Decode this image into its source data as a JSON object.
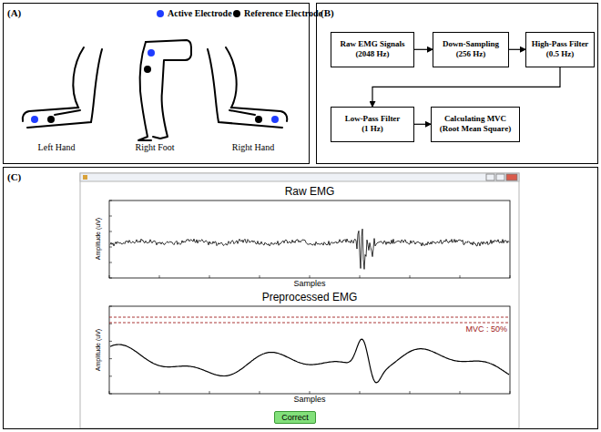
{
  "diagram": {
    "nodes": [
      {
        "text": [
          "(A)"
        ]
      },
      {
        "text": [
          "(B)"
        ]
      },
      {
        "text": [
          "Raw EMG Signals",
          "(2048 Hz)"
        ],
        "in": 1
      },
      {
        "text": [
          "Down-Sampling",
          "(256 Hz)"
        ],
        "in": 1
      },
      {
        "text": [
          "High-Pass Filter",
          "(0.5 Hz)"
        ],
        "in": 1
      },
      {
        "text": [
          "Low-Pass Filter",
          "(1 Hz)"
        ],
        "in": 1
      },
      {
        "text": [
          "Calculating MVC",
          "(Root Mean Square)"
        ],
        "in": 1
      },
      {
        "text": [
          "(C)"
        ]
      },
      {
        "text": [
          "Correct"
        ],
        "in": 7
      }
    ],
    "edges": [
      {
        "from": 2,
        "to": 3,
        "arrow": "to"
      },
      {
        "from": 3,
        "to": 4,
        "arrow": "to"
      },
      {
        "from": 4,
        "to": 5,
        "arrow": "to"
      },
      {
        "from": 5,
        "to": 6,
        "arrow": "to"
      }
    ],
    "labels": [
      "Left Hand",
      "Right Foot",
      "Right Hand",
      "Raw EMG",
      "Amplitude (uV)",
      "Samples",
      "Preprocessed EMG",
      "Amplitude (uV)",
      "Samples",
      "MVC : 50%"
    ],
    "legend": [
      {
        "text": "Active Electrode",
        "color": "#1f3cff"
      },
      {
        "text": "Reference Electrode",
        "color": "#000000"
      }
    ]
  }
}
